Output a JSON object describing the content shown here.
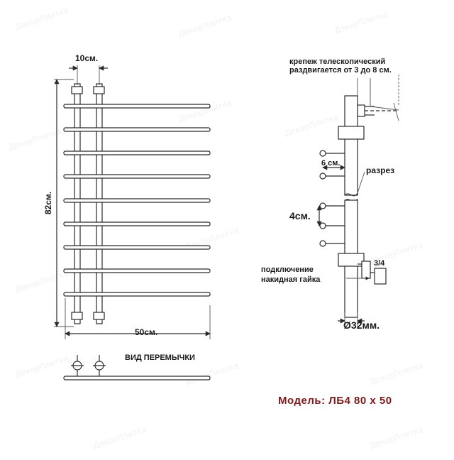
{
  "labels": {
    "width_10cm": "10см.",
    "height_82cm": "82см.",
    "width_50cm": "50см.",
    "jumper_view": "ВИД ПЕРЕМЫЧКИ",
    "telescopic_line1": "крепеж телескопический",
    "telescopic_line2": "раздвигается от 3 до 8 см.",
    "dist_6cm": "6 см.",
    "cut": "разрез",
    "dist_4cm": "4см.",
    "connection_line1": "подключение",
    "connection_line2": "накидная гайка",
    "thread": "3/4",
    "diameter": "Ø32мм.",
    "model": "Модель: ЛБ4 80 х 50"
  },
  "watermark": "ДекорПлитка",
  "colors": {
    "line": "#2a2a2a",
    "model_text": "#7a1a1a",
    "background": "#ffffff"
  }
}
